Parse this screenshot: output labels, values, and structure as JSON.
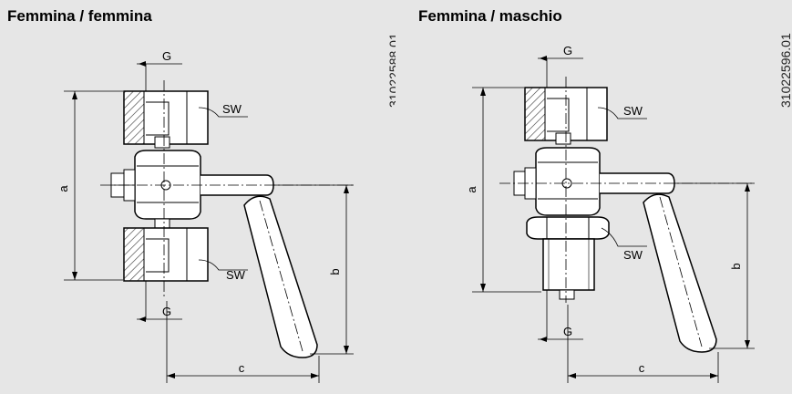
{
  "diagrams": [
    {
      "title": "Femmina / femmina",
      "code": "31022588.01",
      "labels": {
        "thread_top": "G",
        "thread_bottom": "G",
        "wrench_top": "SW",
        "wrench_bottom": "SW",
        "dim_a": "a",
        "dim_b": "b",
        "dim_c": "c"
      }
    },
    {
      "title": "Femmina / maschio",
      "code": "31022596.01",
      "labels": {
        "thread_top": "G",
        "thread_bottom": "G",
        "wrench_top": "SW",
        "wrench_bottom": "SW",
        "dim_a": "a",
        "dim_b": "b",
        "dim_c": "c"
      }
    }
  ],
  "colors": {
    "background": "#e6e6e6",
    "line": "#000000",
    "hatch": "#333333"
  }
}
